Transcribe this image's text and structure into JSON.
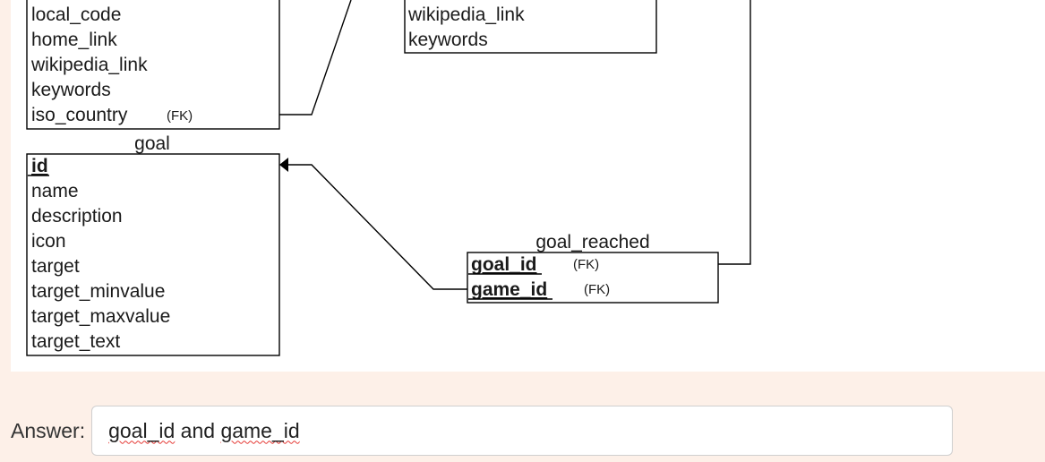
{
  "diagram": {
    "entities": {
      "top_left_fragment": {
        "attributes": [
          "local_code",
          "home_link",
          "wikipedia_link",
          "keywords"
        ],
        "fk_attribute": "iso_country",
        "fk_marker": "(FK)"
      },
      "top_center_fragment": {
        "attributes": [
          "wikipedia_link",
          "keywords"
        ]
      },
      "goal": {
        "title": "goal",
        "primary_key": "id",
        "attributes": [
          "name",
          "description",
          "icon",
          "target",
          "target_minvalue",
          "target_maxvalue",
          "target_text"
        ]
      },
      "goal_reached": {
        "title": "goal_reached",
        "keys": [
          {
            "name": "goal_id",
            "marker": "(FK)"
          },
          {
            "name": "game_id",
            "marker": "(FK)"
          }
        ]
      }
    }
  },
  "answer": {
    "label": "Answer:",
    "value_parts": [
      {
        "text": "goal_id",
        "misspelled": true
      },
      {
        "text": " and ",
        "misspelled": false
      },
      {
        "text": "game_id",
        "misspelled": true
      }
    ]
  }
}
